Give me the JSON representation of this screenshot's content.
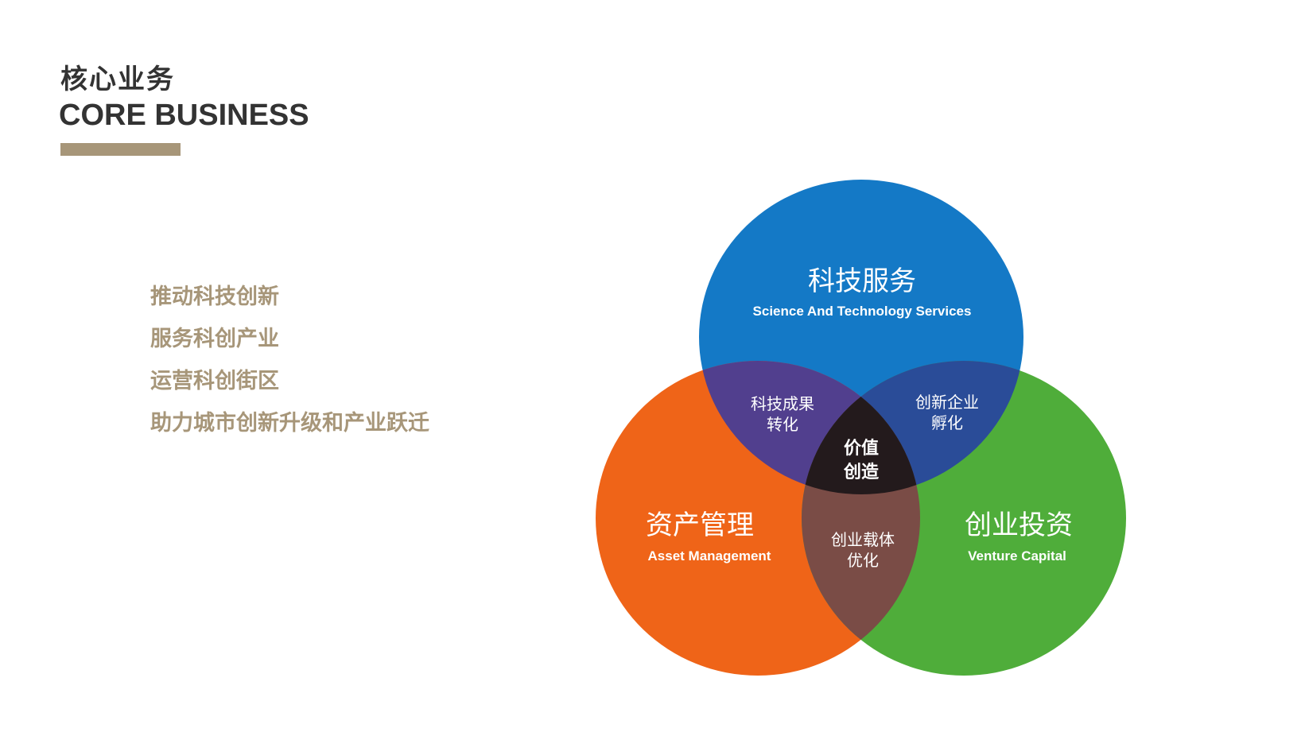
{
  "header": {
    "title_cn": "核心业务",
    "title_en": "CORE BUSINESS"
  },
  "bullets": [
    "推动科技创新",
    "服务科创产业",
    "运营科创街区",
    "助力城市创新升级和产业跃迁"
  ],
  "diagram": {
    "circles": [
      {
        "title": "科技服务",
        "subtitle": "Science And Technology Services",
        "color": "#1479c6"
      },
      {
        "title": "资产管理",
        "subtitle": "Asset Management",
        "color": "#ef6418"
      },
      {
        "title": "创业投资",
        "subtitle": "Venture Capital",
        "color": "#4fad3a"
      }
    ],
    "overlaps": {
      "tech_asset": [
        "科技成果",
        "转化"
      ],
      "tech_venture": [
        "创新企业",
        "孵化"
      ],
      "asset_venture": [
        "创业载体",
        "优化"
      ],
      "center": [
        "价值",
        "创造"
      ]
    },
    "overlap_colors": {
      "tech_asset": "#513f8e",
      "tech_venture": "#2a4c98",
      "asset_venture": "#7a4c46",
      "center": "#231a1c"
    }
  }
}
